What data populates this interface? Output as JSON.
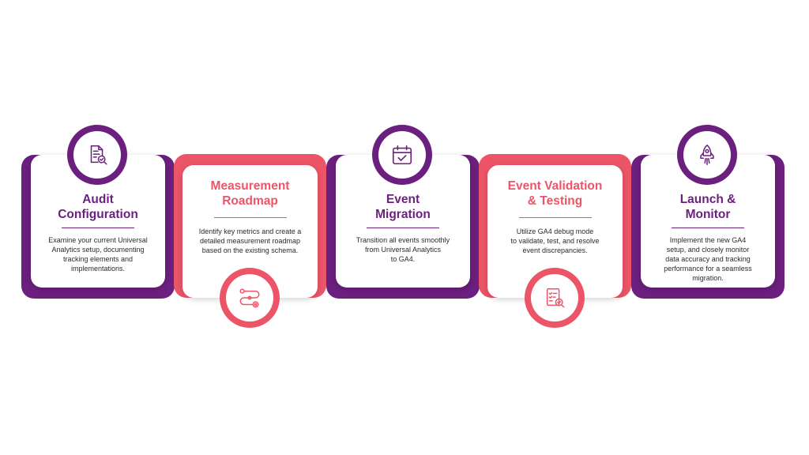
{
  "colors": {
    "purple": "#6b1f7e",
    "pink": "#ec5568"
  },
  "steps": [
    {
      "title": "Audit\nConfiguration",
      "description": "Examine your current Universal\nAnalytics setup, documenting\ntracking elements and\nimplementations.",
      "icon": "document-search-icon",
      "color": "purple"
    },
    {
      "title": "Measurement\nRoadmap",
      "description": "Identify key metrics and create a\ndetailed measurement roadmap\nbased on the existing schema.",
      "icon": "roadmap-path-icon",
      "color": "pink"
    },
    {
      "title": "Event\nMigration",
      "description": "Transition all events smoothly\nfrom Universal Analytics\nto GA4.",
      "icon": "calendar-check-icon",
      "color": "purple"
    },
    {
      "title": "Event Validation\n& Testing",
      "description": "Utilize GA4 debug mode\nto validate, test, and resolve\nevent discrepancies.",
      "icon": "checklist-search-icon",
      "color": "pink"
    },
    {
      "title": "Launch &\nMonitor",
      "description": "Implement the new GA4\nsetup, and closely monitor\ndata accuracy and tracking\nperformance for a seamless\nmigration.",
      "icon": "rocket-icon",
      "color": "purple"
    }
  ]
}
